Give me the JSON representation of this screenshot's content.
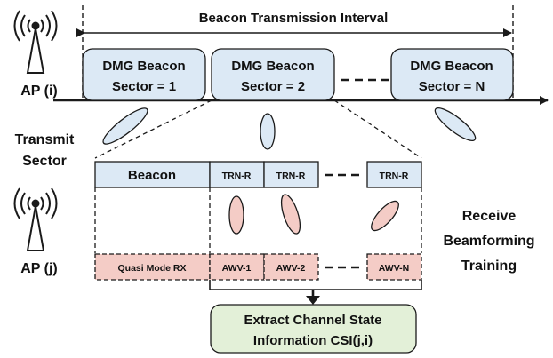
{
  "colors": {
    "beacon_fill": "#dce9f5",
    "rx_fill": "#f4ccc6",
    "csi_fill": "#e3f0d8",
    "stroke": "#1a1a1a"
  },
  "interval": {
    "label": "Beacon Transmission Interval"
  },
  "ap_i": {
    "label": "AP (i)",
    "icon": "antenna-icon"
  },
  "ap_j": {
    "label": "AP (j)",
    "icon": "antenna-icon"
  },
  "beacons": [
    {
      "line1": "DMG Beacon",
      "line2": "Sector = 1"
    },
    {
      "line1": "DMG Beacon",
      "line2": "Sector = 2"
    },
    {
      "line1": "DMG Beacon",
      "line2": "Sector = N"
    }
  ],
  "transmit_sector": {
    "line1": "Transmit",
    "line2": "Sector"
  },
  "tx_row": {
    "beacon": "Beacon",
    "trn": [
      "TRN-R",
      "TRN-R",
      "TRN-R"
    ]
  },
  "rx_row": {
    "quasi": "Quasi Mode RX",
    "awv": [
      "AWV-1",
      "AWV-2",
      "AWV-N"
    ]
  },
  "receive_bf": {
    "line1": "Receive",
    "line2": "Beamforming",
    "line3": "Training"
  },
  "csi": {
    "line1": "Extract Channel State",
    "line2": "Information CSI(j,i)"
  }
}
